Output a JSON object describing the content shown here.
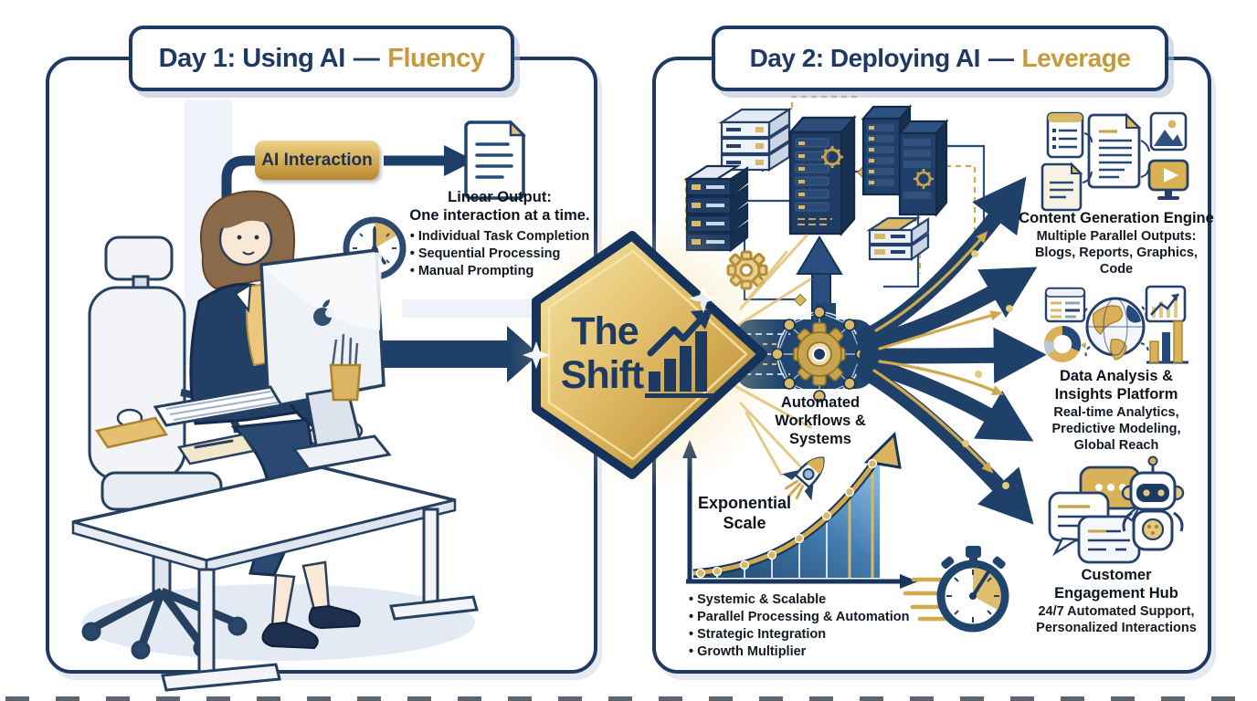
{
  "day1": {
    "header": {
      "main": "Day 1: Using AI",
      "dash": "—",
      "accent": "Fluency"
    },
    "interaction_label": "AI Interaction",
    "output": {
      "h1": "Linear Output:",
      "h2": "One interaction at a time.",
      "bullets": [
        "Individual Task Completion",
        "Sequential Processing",
        "Manual Prompting"
      ]
    }
  },
  "shift": {
    "l1": "The",
    "l2": "Shift"
  },
  "day2": {
    "header": {
      "main": "Day 2: Deploying AI",
      "dash": "—",
      "accent": "Leverage"
    },
    "hub": {
      "l1": "Automated",
      "l2": "Workflows &",
      "l3": "Systems"
    },
    "exponential": {
      "l1": "Exponential",
      "l2": "Scale",
      "bullets": [
        "Systemic & Scalable",
        "Parallel Processing & Automation",
        "Strategic Integration",
        "Growth Multiplier"
      ]
    },
    "outputs": [
      {
        "t1": "Content Generation Engine",
        "t2": "",
        "d1": "Multiple Parallel Outputs:",
        "d2": "Blogs, Reports, Graphics,",
        "d3": "Code"
      },
      {
        "t1": "Data Analysis &",
        "t2": "Insights Platform",
        "d1": "Real-time Analytics,",
        "d2": "Predictive Modeling,",
        "d3": "Global Reach"
      },
      {
        "t1": "Customer",
        "t2": "Engagement Hub",
        "d1": "24/7 Automated Support,",
        "d2": "Personalized Interactions",
        "d3": ""
      }
    ]
  },
  "colors": {
    "navy": "#1e3a63",
    "gold": "#c9a44e",
    "gold_text": "#c49a3c",
    "body_text": "#10161f",
    "chart_blue": "#3a77ad"
  }
}
